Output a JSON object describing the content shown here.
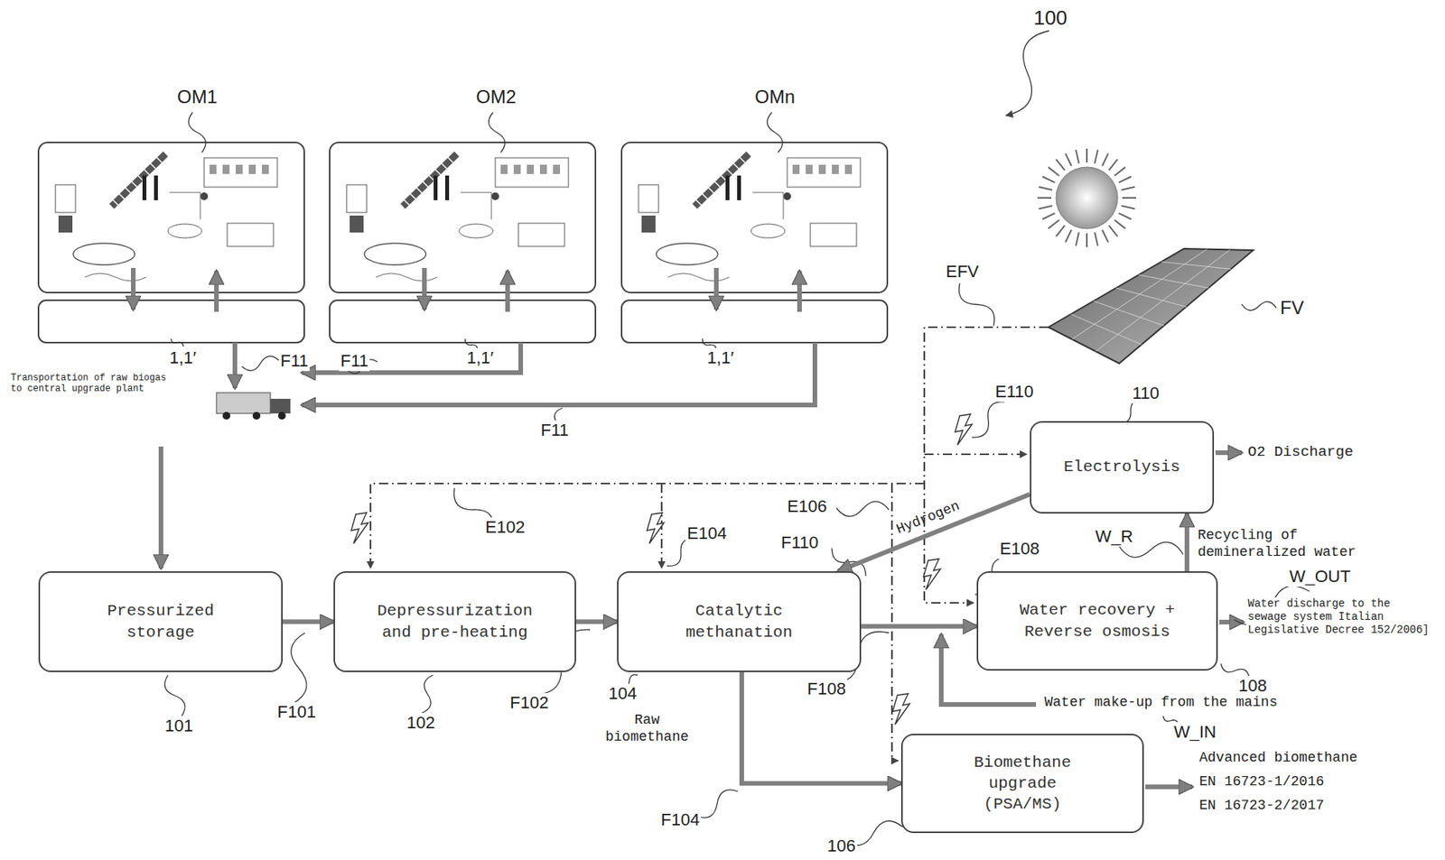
{
  "diagram": {
    "nodes": [
      {
        "text": [
          "Pressurized storage"
        ]
      },
      {
        "text": [
          "Depressurization and pre-heating"
        ]
      },
      {
        "text": [
          "Catalytic methanation"
        ]
      },
      {
        "text": [
          "Electrolysis"
        ]
      },
      {
        "text": [
          "Water recovery + Reverse osmosis"
        ]
      },
      {
        "text": [
          "Biomethane upgrade (PSA/MS)"
        ]
      }
    ],
    "edges": [
      {
        "from": 0,
        "to": 1,
        "arrow": "to"
      },
      {
        "from": 1,
        "to": 2,
        "arrow": "to"
      },
      {
        "from": 2,
        "to": 4,
        "arrow": "to"
      },
      {
        "from": 2,
        "to": 5,
        "arrow": "to",
        "label": "Raw biomethane"
      },
      {
        "from": 3,
        "to": 2,
        "arrow": "to",
        "label": "Hydrogen"
      },
      {
        "from": 4,
        "to": 3,
        "arrow": "to",
        "label": "Recycling of demineralized water"
      }
    ],
    "labels": [
      "100",
      "OM1",
      "OM2",
      "OMn",
      "1,1′",
      "F11",
      "1,1′",
      "F11",
      "1,1′",
      "F11",
      "Transportation of raw biogas to central upgrade plant",
      "EFV",
      "FV",
      "E110",
      "110",
      "O2 Discharge",
      "E102",
      "E104",
      "E106",
      "F110",
      "E108",
      "W_R",
      "W_OUT",
      "Water discharge to the sewage system Italian Legislative Decree 152/2006]",
      "F101",
      "101",
      "102",
      "F102",
      "104",
      "F108",
      "108",
      "Water make-up from the mains",
      "W_IN",
      "Advanced biomethane",
      "EN 16723-1/2016",
      "EN 16723-2/2017",
      "F104",
      "106"
    ]
  }
}
